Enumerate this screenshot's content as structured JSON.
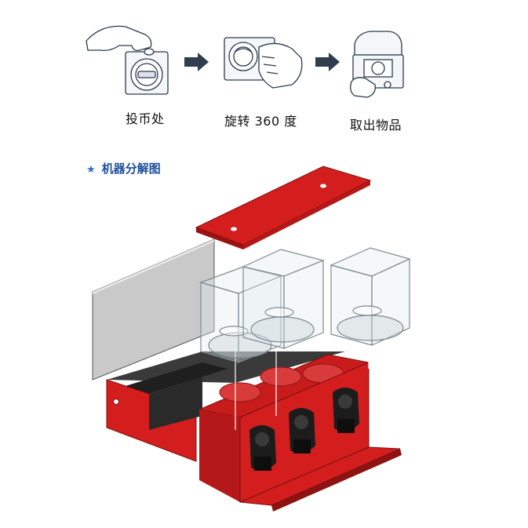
{
  "steps": [
    {
      "label": "投币处",
      "icon": "insert-coin-hand-icon"
    },
    {
      "label": "旋转 360 度",
      "icon": "rotate-knob-hand-icon"
    },
    {
      "label": "取出物品",
      "icon": "take-item-hand-icon"
    }
  ],
  "arrows": [
    "arrow-right-icon",
    "arrow-right-icon"
  ],
  "section": {
    "star_icon": "star-icon",
    "title": "机器分解图"
  },
  "colors": {
    "machine_red": "#d41e1e",
    "dark_red": "#9a1212",
    "panel_gray": "#c9c9c9",
    "step_blue": "#1d4f9b",
    "arrow_dark": "#2f3d4f"
  }
}
